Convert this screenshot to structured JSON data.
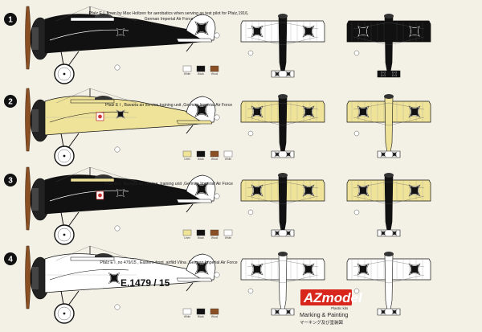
{
  "schemes": [
    {
      "number": "1",
      "caption_lines": [
        "Pfalz E I, flown by Max Holtzen for aerobatics when serving as test pilot for Pfalz,1916,",
        "German Imperial Air Force"
      ],
      "swatches": [
        {
          "label": "White",
          "color": "#ffffff"
        },
        {
          "label": "Black",
          "color": "#111111"
        },
        {
          "label": "Wood",
          "color": "#8a4f22"
        }
      ]
    },
    {
      "number": "2",
      "caption_lines": [
        "Pfalz E I , Bavaria air service,training unit ,German Imperial Air Force"
      ],
      "swatches": [
        {
          "label": "Linen",
          "color": "#efe39a"
        },
        {
          "label": "Black",
          "color": "#111111"
        },
        {
          "label": "Wood",
          "color": "#8a4f22"
        },
        {
          "label": "White",
          "color": "#ffffff"
        }
      ]
    },
    {
      "number": "3",
      "caption_lines": [
        "Pfalz E I , Bavaria air service, training unit ,German Imperial Air Force"
      ],
      "swatches": [
        {
          "label": "Linen",
          "color": "#efe39a"
        },
        {
          "label": "Black",
          "color": "#111111"
        },
        {
          "label": "Wood",
          "color": "#8a4f22"
        },
        {
          "label": "White",
          "color": "#ffffff"
        }
      ]
    },
    {
      "number": "4",
      "caption_lines": [
        "Pfalz E I ,no 479/15 , Eastern front ,airfild Vilna ,German Imperial Air Force"
      ],
      "swatches": [
        {
          "label": "White",
          "color": "#ffffff"
        },
        {
          "label": "Black",
          "color": "#111111"
        },
        {
          "label": "Wood",
          "color": "#8a4f22"
        }
      ]
    }
  ],
  "serial_marking": "E.1479 / 15",
  "brand": {
    "logo_text": "AZmodel",
    "tagline": "Plastic kits",
    "title": "Marking & Painting",
    "title_jp": "マーキング及び塗装図"
  },
  "colors": {
    "linen": "#efe39a",
    "black": "#111111",
    "white": "#ffffff",
    "wood": "#8a4f22",
    "brand_red": "#d9261c",
    "background": "#f3f0e6"
  }
}
